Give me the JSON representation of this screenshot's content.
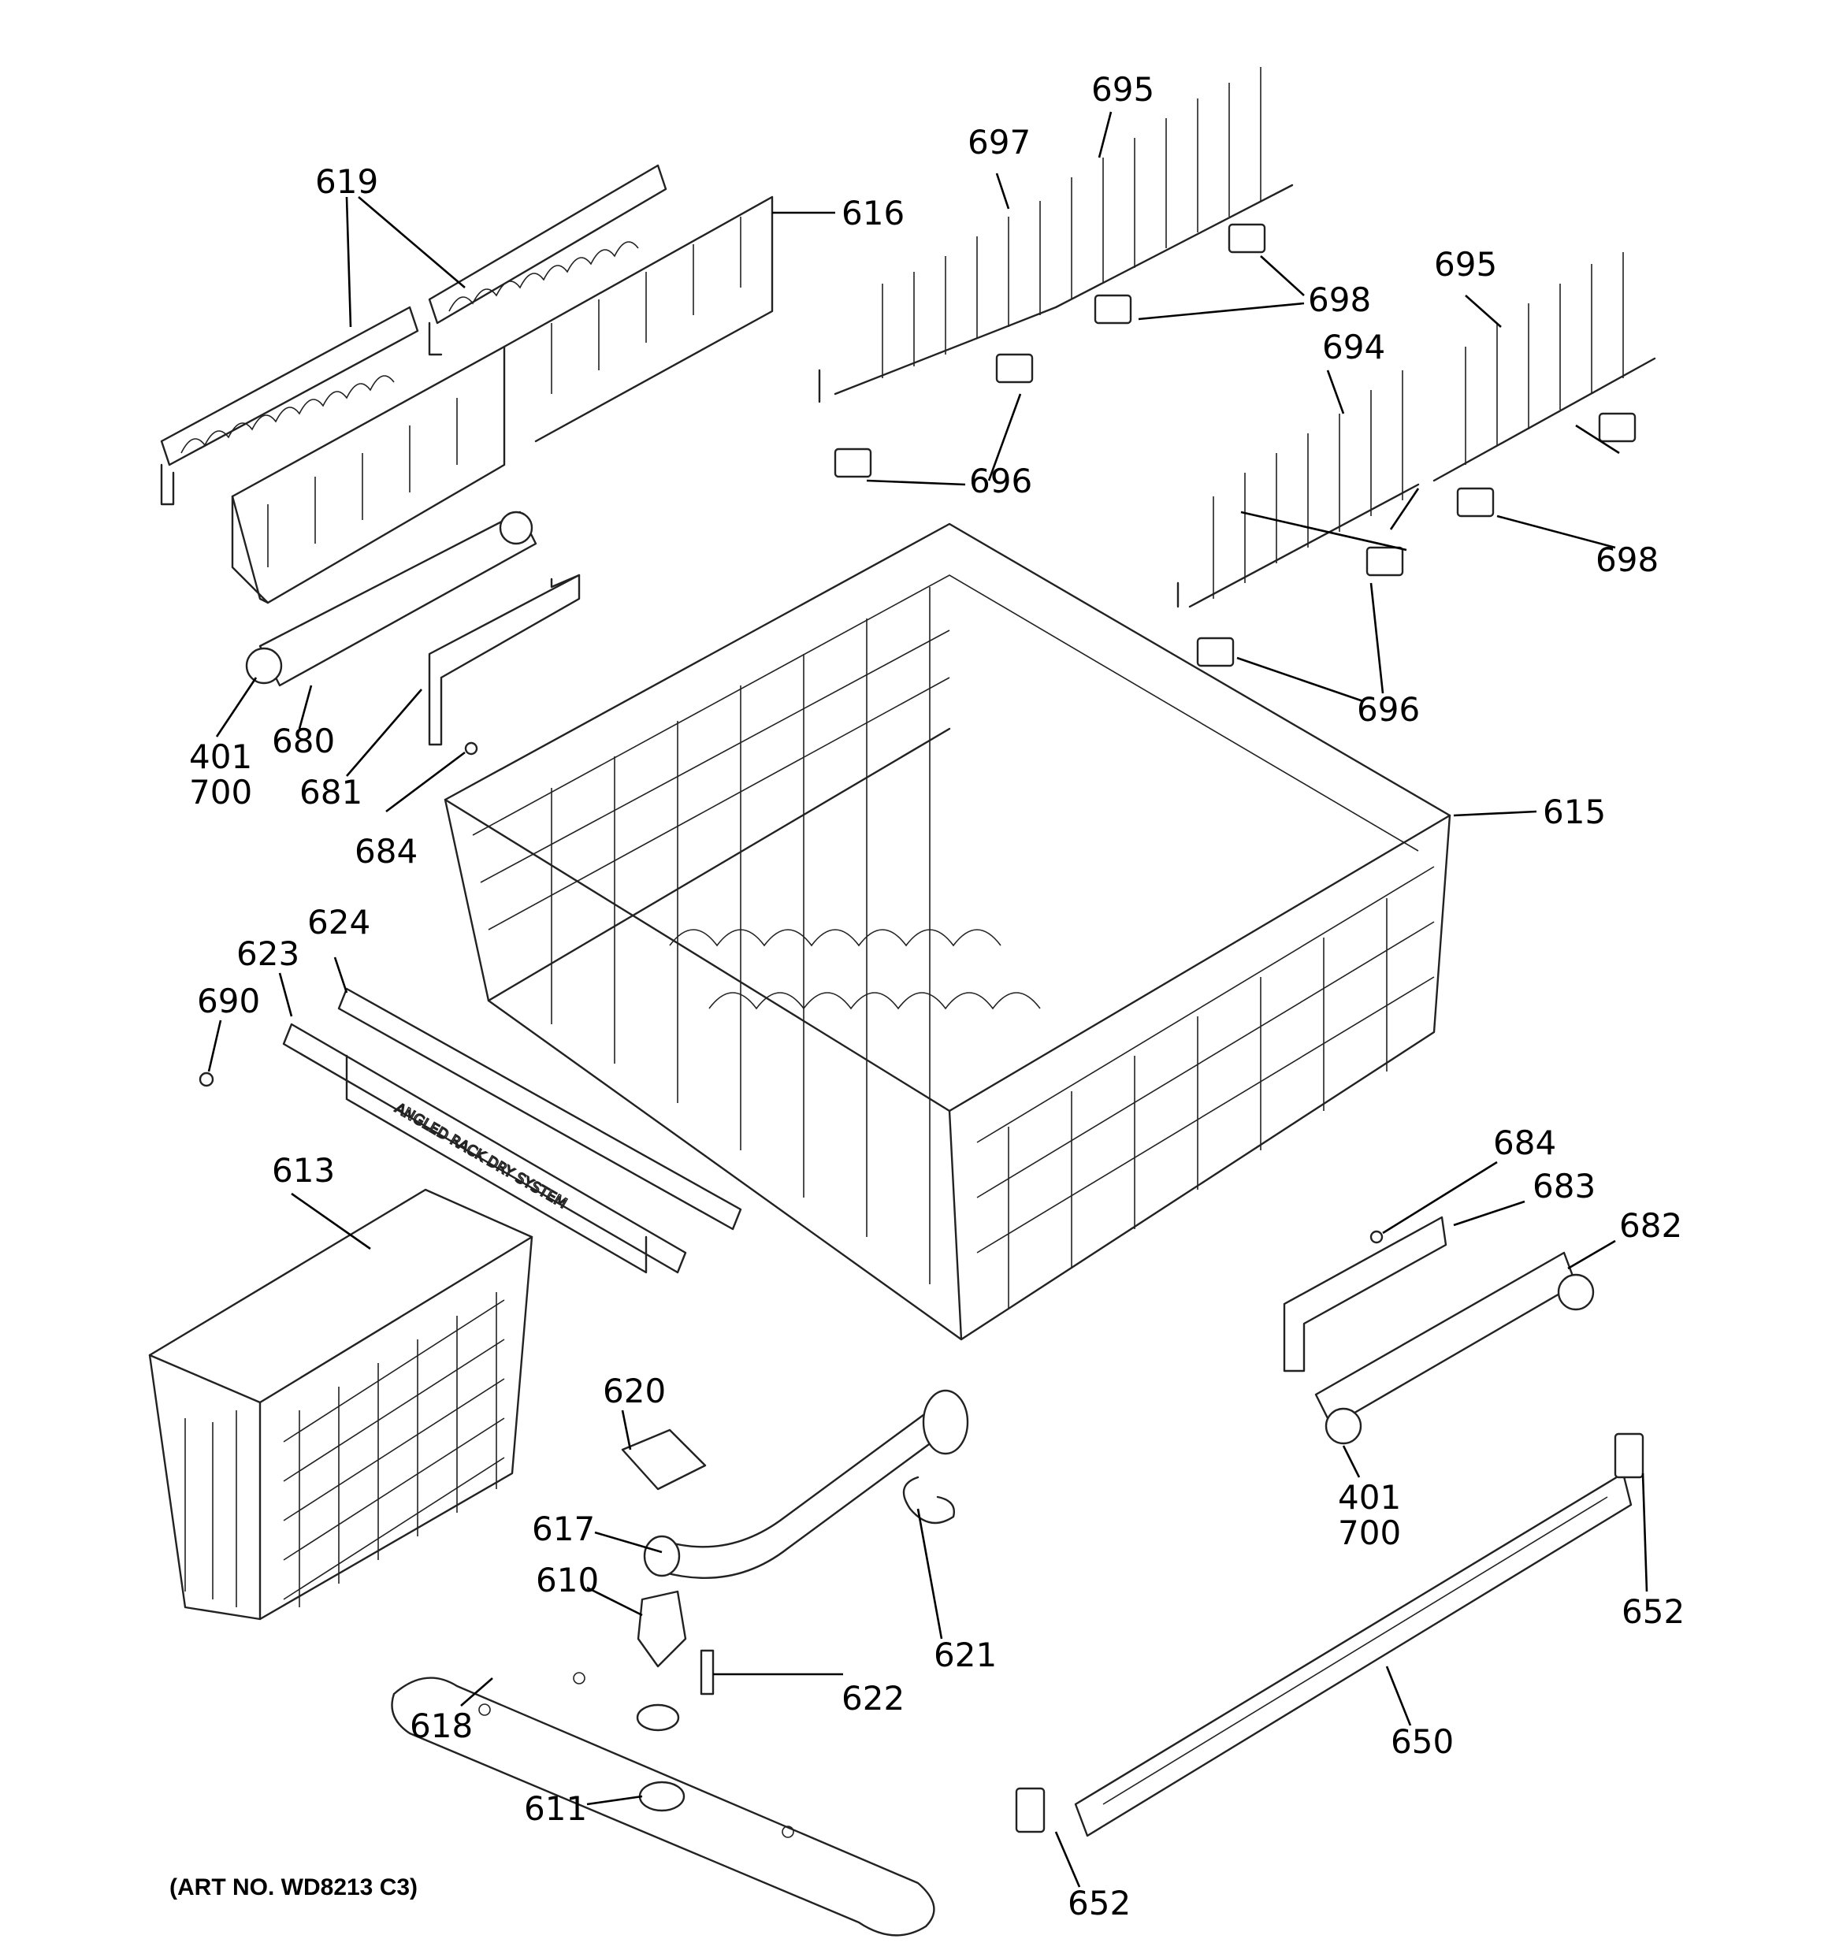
{
  "art_number": "(ART NO. WD8213 C3)",
  "callouts": {
    "c619": "619",
    "c616": "616",
    "c697": "697",
    "c695a": "695",
    "c695b": "695",
    "c698a": "698",
    "c698b": "698",
    "c694": "694",
    "c696a": "696",
    "c696b": "696",
    "c401a": "401",
    "c700a": "700",
    "c680": "680",
    "c681": "681",
    "c684a": "684",
    "c615": "615",
    "c624": "624",
    "c623": "623",
    "c690": "690",
    "c613": "613",
    "c684b": "684",
    "c683": "683",
    "c682": "682",
    "c620": "620",
    "c617": "617",
    "c610": "610",
    "c621": "621",
    "c622": "622",
    "c618": "618",
    "c611": "611",
    "c401b": "401",
    "c700b": "700",
    "c652a": "652",
    "c650": "650",
    "c652b": "652"
  },
  "decal_text": "ANGLED RACK DRY SYSTEM"
}
